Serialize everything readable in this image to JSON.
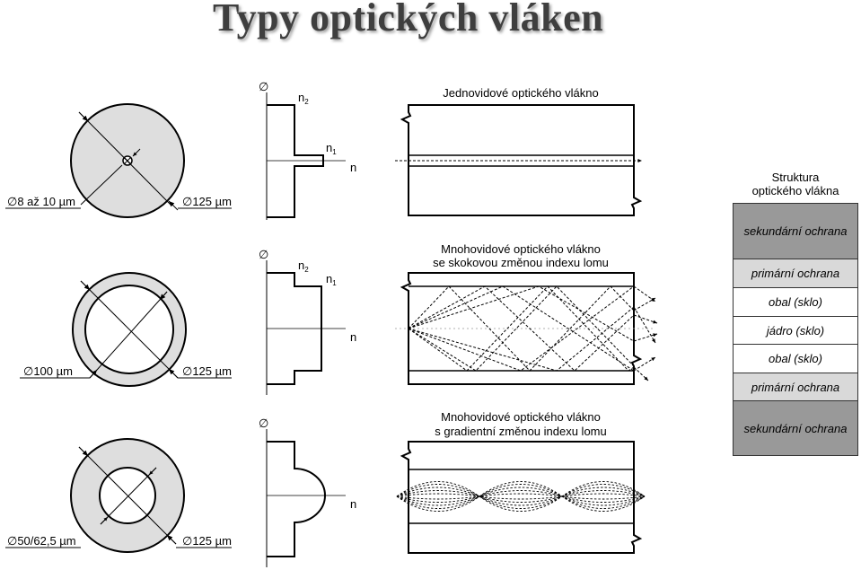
{
  "title": "Typy optických vláken",
  "rows": [
    {
      "caption_lines": [
        "Jednovidové optického vlákno"
      ],
      "inner_label": "∅8 až 10 µm",
      "outer_label": "∅125 µm",
      "diameter_symbol": "∅",
      "n_axis": "n",
      "n2": "n",
      "n2_sub": "2",
      "n1": "n",
      "n1_sub": "1"
    },
    {
      "caption_lines": [
        "Mnohovidové optického vlákno",
        "se skokovou změnou indexu lomu"
      ],
      "inner_label": "∅100 µm",
      "outer_label": "∅125 µm",
      "diameter_symbol": "∅",
      "n_axis": "n",
      "n2": "n",
      "n2_sub": "2",
      "n1": "n",
      "n1_sub": "1"
    },
    {
      "caption_lines": [
        "Mnohovidové optického vlákno",
        "s gradientní změnou indexu lomu"
      ],
      "inner_label": "∅50/62,5 µm",
      "outer_label": "∅125 µm",
      "diameter_symbol": "∅",
      "n_axis": "n"
    }
  ],
  "structure": {
    "title_lines": [
      "Struktura",
      "optického vlákna"
    ],
    "layers": [
      {
        "label": "sekundární ochrana",
        "color": "#999999"
      },
      {
        "label": "primární ochrana",
        "color": "#d9d9d9"
      },
      {
        "label": "obal (sklo)",
        "color": "#ffffff"
      },
      {
        "label": "jádro (sklo)",
        "color": "#ffffff"
      },
      {
        "label": "obal (sklo)",
        "color": "#ffffff"
      },
      {
        "label": "primární ochrana",
        "color": "#d9d9d9"
      },
      {
        "label": "sekundární ochrana",
        "color": "#999999"
      }
    ]
  },
  "colors": {
    "cladding": "#dedede",
    "title": "#3f3f3f"
  }
}
